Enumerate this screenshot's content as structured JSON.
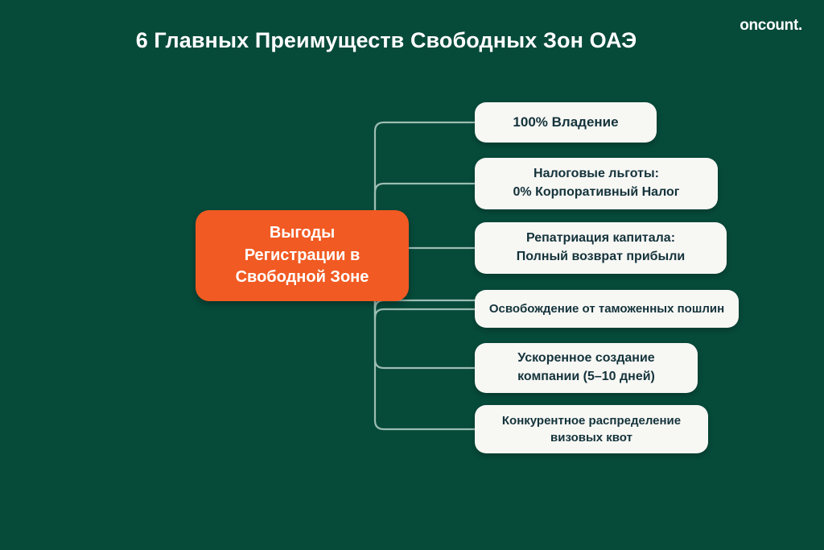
{
  "header": {
    "title": "6 Главных Преимуществ Свободных Зон ОАЭ",
    "logo": "oncount."
  },
  "colors": {
    "background": "#064a3a",
    "accent_orange": "#f15a22",
    "node_white": "#f7f7f4",
    "node_text": "#14333b",
    "connector": "#9dbdb2",
    "title_text": "#ffffff"
  },
  "diagram": {
    "type": "mind-map",
    "root": {
      "label": "Выгоды\nРегистрации в\nСвободной Зоне"
    },
    "branches": [
      {
        "label": "100% Владение"
      },
      {
        "label": "Налоговые льготы:\n0% Корпоративный Налог"
      },
      {
        "label": "Репатриация капитала:\nПолный возврат прибыли"
      },
      {
        "label": "Освобождение от таможенных пошлин"
      },
      {
        "label": "Ускоренное создание\nкомпании (5–10 дней)"
      },
      {
        "label": "Конкурентное распределение\nвизовых квот"
      }
    ]
  }
}
